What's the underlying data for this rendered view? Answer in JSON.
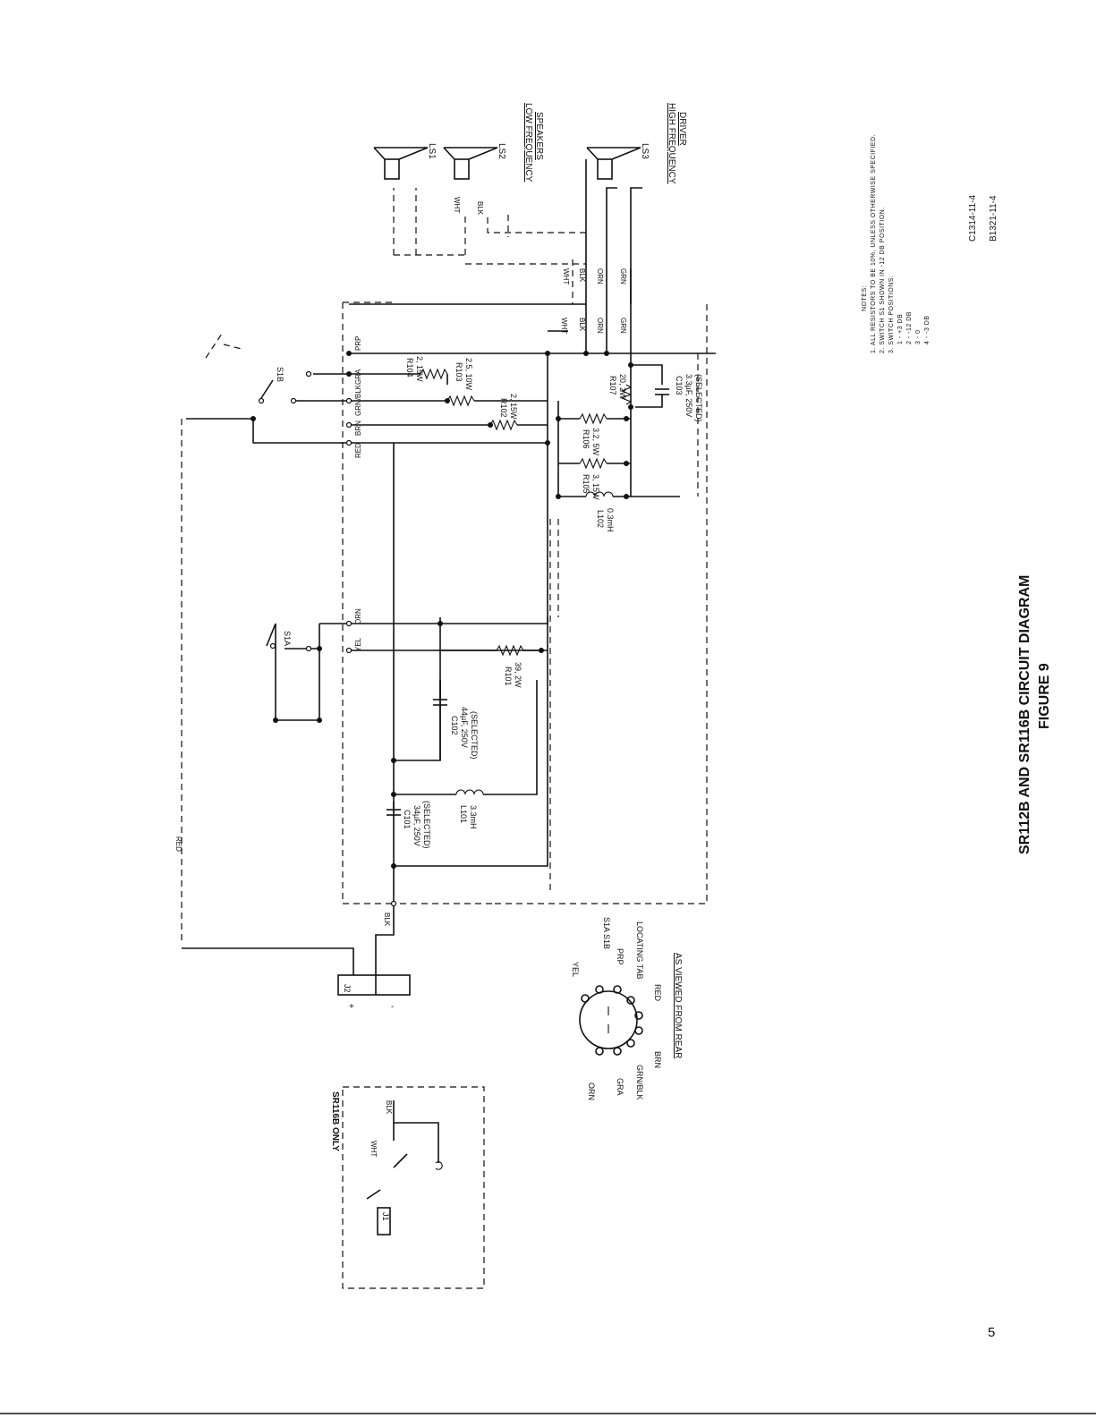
{
  "title": {
    "line1": "SR112B AND SR116B CIRCUIT DIAGRAM",
    "line2": "FIGURE 9"
  },
  "page_number": "5",
  "part_numbers": [
    "C1314-11-4",
    "B1321-11-4"
  ],
  "notes": {
    "heading": "NOTES:",
    "items": [
      "1. ALL RESISTORS TO BE 10%, UNLESS OTHERWISE SPECIFIED.",
      "2. SWITCH S1 SHOWN IN -12 DB POSITION.",
      "3. SWITCH POSITIONS:",
      "1 - +3 DB",
      "2 - -12 DB",
      "3 - 0",
      "4 - -3 DB"
    ]
  },
  "speakers": {
    "ls1": "LS1",
    "ls2": "LS2",
    "ls3": "LS3",
    "low_freq_line1": "LOW FREQUENCY",
    "low_freq_line2": "SPEAKERS",
    "high_freq_line1": "HIGH FREQUENCY",
    "high_freq_line2": "DRIVER"
  },
  "components": {
    "r101": "R101",
    "r101_val": "39, 2W",
    "c102": "C102",
    "c102_val": "44µF, 250V",
    "c102_sel": "(SELECTED)",
    "c101": "C101",
    "c101_val": "34µF, 250V",
    "c101_sel": "(SELECTED)",
    "l101": "L101",
    "l101_val": "3.3mH",
    "l102": "L102",
    "l102_val": "0.3mH",
    "r102": "R102",
    "r102_val": "2, 15W",
    "r103": "R103",
    "r103_val": "2.5, 10W",
    "r104": "R104",
    "r104_val": "2, 15W",
    "r105": "R105",
    "r105_val": "3, 15W",
    "r106": "R106",
    "r106_val": "3.2, 5W",
    "r107": "R107",
    "r107_val": "20, 2W",
    "c103": "C103",
    "c103_val": "3.3µF, 250V",
    "c103_sel": "(SELECTED)",
    "s1a": "S1A",
    "s1b": "S1B",
    "j2": "J2",
    "j1": "J1"
  },
  "wires": {
    "red": "RED",
    "blk": "BLK",
    "yel": "YEL",
    "orn": "ORN",
    "prp": "PRP",
    "gra": "GRA",
    "grn_blk": "GRN/BLK",
    "brn": "BRN",
    "wht": "WHT",
    "grn": "GRN"
  },
  "switch_view": {
    "s1a_s1b": "S1A S1B",
    "yel": "YEL",
    "prp": "PRP",
    "locating_tab": "LOCATING TAB",
    "red": "RED",
    "brn": "BRN",
    "grn_blk": "GRN/BLK",
    "gra": "GRA",
    "orn": "ORN",
    "caption": "AS VIEWED FROM REAR"
  },
  "sr116b_box": {
    "label": "SR116B ONLY",
    "wht": "WHT",
    "blk": "BLK",
    "j1": "J1"
  },
  "polarity": {
    "plus": "+",
    "minus": "-"
  }
}
